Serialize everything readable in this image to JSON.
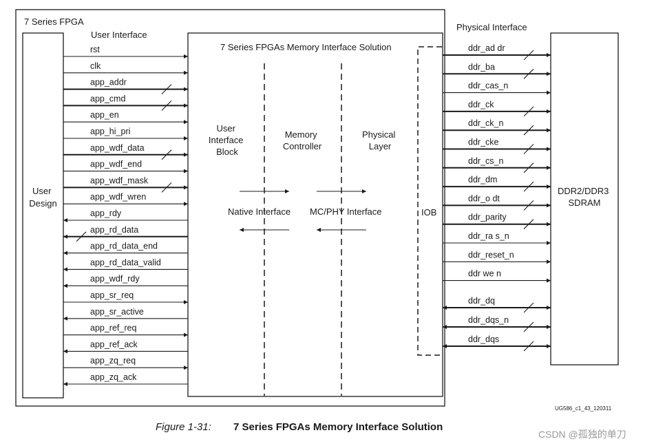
{
  "fpga_label": "7 Series FPGA",
  "user_interface_label": "User Interface",
  "physical_interface_label": "Physical Interface",
  "user_design_label": [
    "User",
    "Design"
  ],
  "mis_title": "7 Series FPGAs Memory Interface Solution",
  "blocks": {
    "user_interface_block": [
      "User",
      "Interface",
      "Block"
    ],
    "memory_controller": [
      "Memory",
      "Controller"
    ],
    "physical_layer": [
      "Physical",
      "Layer"
    ]
  },
  "native_interface_label": "Native Interface",
  "mc_phy_interface_label": "MC/PHY Interface",
  "iob_label": "IOB",
  "sdram_label": [
    "DDR2/DDR3",
    "SDRAM"
  ],
  "user_signals": [
    {
      "name": "rst",
      "dir": "in",
      "bus": false
    },
    {
      "name": "clk",
      "dir": "in",
      "bus": false
    },
    {
      "name": "app_addr",
      "dir": "in",
      "bus": true
    },
    {
      "name": "app_cmd",
      "dir": "in",
      "bus": true
    },
    {
      "name": "app_en",
      "dir": "in",
      "bus": false
    },
    {
      "name": "app_hi_pri",
      "dir": "in",
      "bus": false
    },
    {
      "name": "app_wdf_data",
      "dir": "in",
      "bus": true
    },
    {
      "name": "app_wdf_end",
      "dir": "in",
      "bus": false
    },
    {
      "name": "app_wdf_mask",
      "dir": "in",
      "bus": true
    },
    {
      "name": "app_wdf_wren",
      "dir": "in",
      "bus": false
    },
    {
      "name": "app_rdy",
      "dir": "out",
      "bus": false
    },
    {
      "name": "app_rd_data",
      "dir": "out",
      "bus": true
    },
    {
      "name": "app_rd_data_end",
      "dir": "out",
      "bus": false
    },
    {
      "name": "app_rd_data_valid",
      "dir": "out",
      "bus": false
    },
    {
      "name": "app_wdf_rdy",
      "dir": "out",
      "bus": false
    },
    {
      "name": "app_sr_req",
      "dir": "in",
      "bus": false
    },
    {
      "name": "app_sr_active",
      "dir": "out",
      "bus": false
    },
    {
      "name": "app_ref_req",
      "dir": "in",
      "bus": false
    },
    {
      "name": "app_ref_ack",
      "dir": "out",
      "bus": false
    },
    {
      "name": "app_zq_req",
      "dir": "in",
      "bus": false
    },
    {
      "name": "app_zq_ack",
      "dir": "out",
      "bus": false
    }
  ],
  "phys_signals": [
    {
      "name": "ddr_ad dr",
      "dir": "out",
      "bus": true
    },
    {
      "name": "ddr_ba",
      "dir": "out",
      "bus": true
    },
    {
      "name": "ddr_cas_n",
      "dir": "out",
      "bus": false
    },
    {
      "name": "ddr_ck",
      "dir": "out",
      "bus": true
    },
    {
      "name": "ddr_ck_n",
      "dir": "out",
      "bus": true
    },
    {
      "name": "ddr_cke",
      "dir": "out",
      "bus": true
    },
    {
      "name": "ddr_cs_n",
      "dir": "out",
      "bus": true
    },
    {
      "name": "ddr_dm",
      "dir": "out",
      "bus": true
    },
    {
      "name": "ddr_o dt",
      "dir": "out",
      "bus": true
    },
    {
      "name": "ddr_parity",
      "dir": "out",
      "bus": true
    },
    {
      "name": "ddr_ra s_n",
      "dir": "out",
      "bus": false
    },
    {
      "name": "ddr_reset_n",
      "dir": "out",
      "bus": false
    },
    {
      "name": "ddr we n",
      "dir": "out",
      "bus": false
    },
    {
      "name": "ddr_dq",
      "dir": "bi",
      "bus": true
    },
    {
      "name": "ddr_dqs_n",
      "dir": "bi",
      "bus": true
    },
    {
      "name": "ddr_dqs",
      "dir": "bi",
      "bus": true
    }
  ],
  "figure_id": "UG586_c1_43_120311",
  "caption_number": "Figure 1-31:",
  "caption_title": "7 Series FPGAs Memory Interface Solution",
  "watermark": "CSDN @孤独的单刀"
}
